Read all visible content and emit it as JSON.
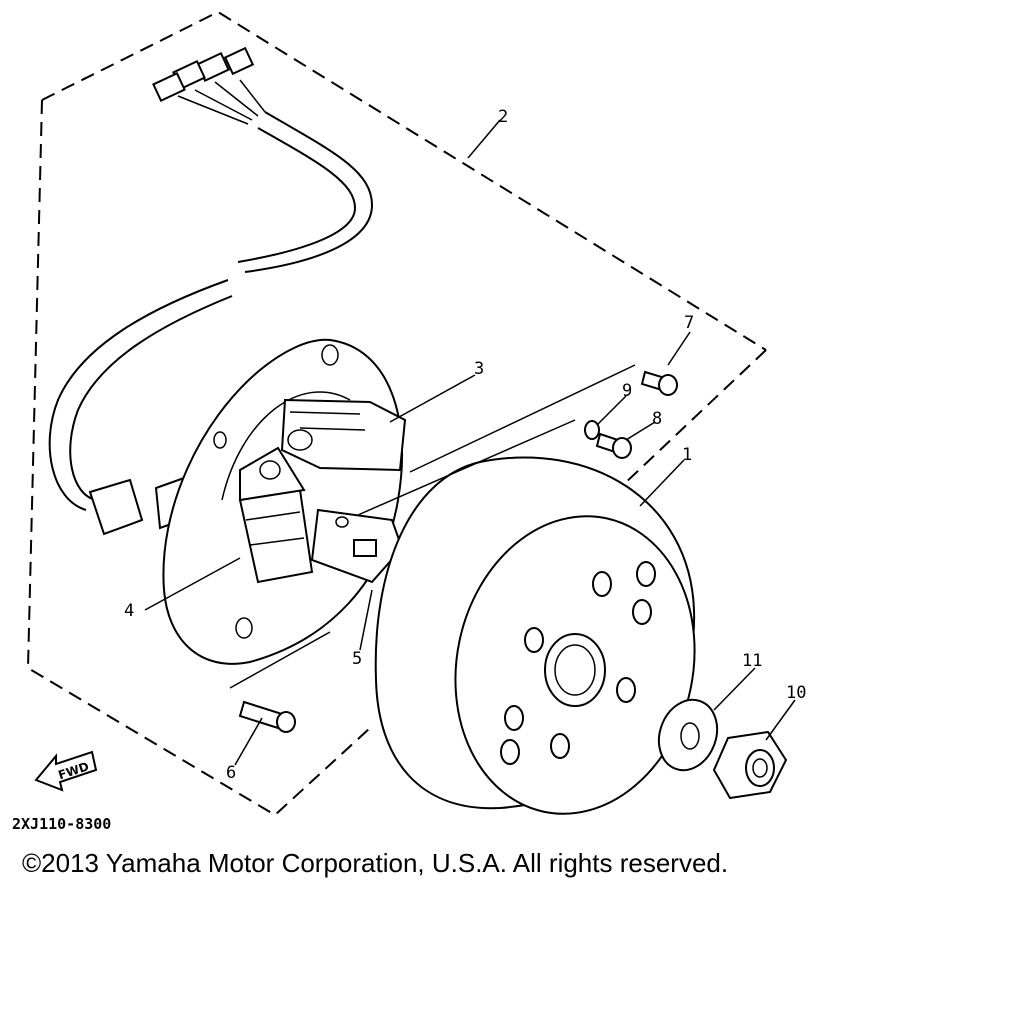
{
  "diagram": {
    "part_numbers": [
      "1",
      "2",
      "3",
      "4",
      "5",
      "6",
      "7",
      "8",
      "9",
      "10",
      "11"
    ],
    "direction_label": "FWD",
    "drawing_code": "2XJ110-8300"
  },
  "footer": {
    "copyright": "©2013 Yamaha Motor Corporation, U.S.A. All rights reserved."
  }
}
